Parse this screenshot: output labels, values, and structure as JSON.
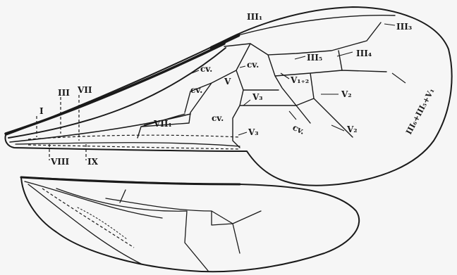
{
  "labels": {
    "roman_1": "I",
    "roman_3": "III",
    "roman_7": "VII",
    "roman_8": "VIII",
    "roman_9": "IX",
    "iii_1": "III₁",
    "iii_3": "III₃",
    "iii_4": "III₄",
    "iii_5": "III₅",
    "iii_combo": "III₆+III₅+V₁",
    "cv_a": "cv.",
    "cv_b": "cv.",
    "cv_c": "cv.",
    "cv_d": "cv.",
    "cv_e": "cv.",
    "v_cell": "V",
    "v_12": "V₁₊₂",
    "v_2": "V₂",
    "v_3a": "V₃",
    "v_3b": "V₃",
    "v_2b": "V₂",
    "vii_1": "VII₁"
  }
}
